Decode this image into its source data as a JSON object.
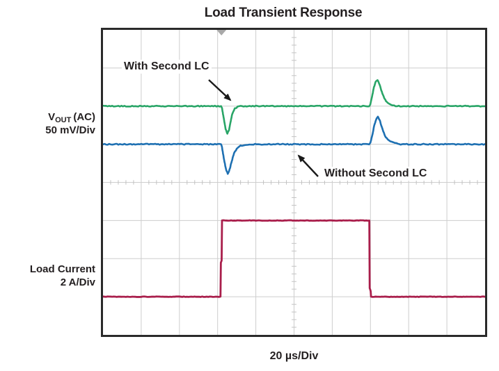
{
  "title": "Load Transient Response",
  "x_axis_label": "20 µs/Div",
  "y_axis_labels": {
    "vout": {
      "prefix": "V",
      "subscript": "OUT",
      "suffix": "(AC)",
      "scale": "50 mV/Div"
    },
    "load": {
      "name": "Load Current",
      "scale": "2 A/Div"
    }
  },
  "annotations": {
    "with_lc": "With Second LC",
    "without_lc": "Without Second LC"
  },
  "colors": {
    "green": "#29a567",
    "blue": "#1e70b2",
    "red": "#a91e4b",
    "grid": "#cdcdcd",
    "ticks": "#c2c2c2",
    "border": "#2a2a2a",
    "text": "#231f20",
    "arrow": "#1a1a1a",
    "marker": "#a9a9a9"
  },
  "chart_data": {
    "type": "line",
    "title": "Load Transient Response",
    "x_axis": {
      "label": "20 µs/Div",
      "units": "µs",
      "per_div": 20,
      "range": [
        0,
        200
      ]
    },
    "divisions": {
      "x": 10,
      "y": 8
    },
    "grid": true,
    "legend_position": "none",
    "trigger_marker_div_x": 3.1,
    "series": [
      {
        "name": "VOUT (AC) — With Second LC",
        "color_key": "green",
        "units": "mV",
        "per_div": 50,
        "baseline_div_from_top": 2.0,
        "points": [
          [
            0,
            0
          ],
          [
            61.8,
            0
          ],
          [
            62.3,
            -3
          ],
          [
            63.2,
            -16
          ],
          [
            64.2,
            -30
          ],
          [
            65.1,
            -36
          ],
          [
            66,
            -31
          ],
          [
            66.9,
            -19
          ],
          [
            67.8,
            -9
          ],
          [
            69,
            -3
          ],
          [
            70.5,
            -1
          ],
          [
            72,
            0
          ],
          [
            139.3,
            0
          ],
          [
            139.9,
            2
          ],
          [
            140.8,
            12
          ],
          [
            141.8,
            25
          ],
          [
            142.9,
            33
          ],
          [
            143.7,
            34
          ],
          [
            144.7,
            29
          ],
          [
            145.9,
            19
          ],
          [
            147.3,
            10
          ],
          [
            149,
            4
          ],
          [
            151.5,
            1
          ],
          [
            154,
            0
          ],
          [
            200,
            0
          ]
        ]
      },
      {
        "name": "VOUT (AC) — Without Second LC",
        "color_key": "blue",
        "units": "mV",
        "per_div": 50,
        "baseline_div_from_top": 3.0,
        "points": [
          [
            0,
            0
          ],
          [
            61.8,
            0
          ],
          [
            62.3,
            -4
          ],
          [
            63.2,
            -18
          ],
          [
            64.3,
            -32
          ],
          [
            65.3,
            -39
          ],
          [
            66.3,
            -33
          ],
          [
            67.4,
            -22
          ],
          [
            68.6,
            -12
          ],
          [
            70,
            -6
          ],
          [
            72,
            -2
          ],
          [
            75,
            -1
          ],
          [
            78,
            0
          ],
          [
            139.3,
            0
          ],
          [
            140,
            2
          ],
          [
            140.9,
            11
          ],
          [
            142,
            25
          ],
          [
            143.2,
            34
          ],
          [
            143.9,
            36
          ],
          [
            144.9,
            31
          ],
          [
            146.1,
            21
          ],
          [
            147.6,
            11
          ],
          [
            149.5,
            5
          ],
          [
            152,
            2
          ],
          [
            155,
            0
          ],
          [
            200,
            0
          ]
        ]
      },
      {
        "name": "Load Current",
        "color_key": "red",
        "units": "A",
        "per_div": 2,
        "baseline_div_from_top": 7.0,
        "points": [
          [
            0,
            0
          ],
          [
            61.5,
            0
          ],
          [
            61.7,
            1.8
          ],
          [
            62.1,
            1.9
          ],
          [
            62.3,
            4
          ],
          [
            139.4,
            4
          ],
          [
            139.6,
            0.45
          ],
          [
            140.1,
            0.3
          ],
          [
            140.3,
            0
          ],
          [
            200,
            0
          ]
        ]
      }
    ]
  }
}
